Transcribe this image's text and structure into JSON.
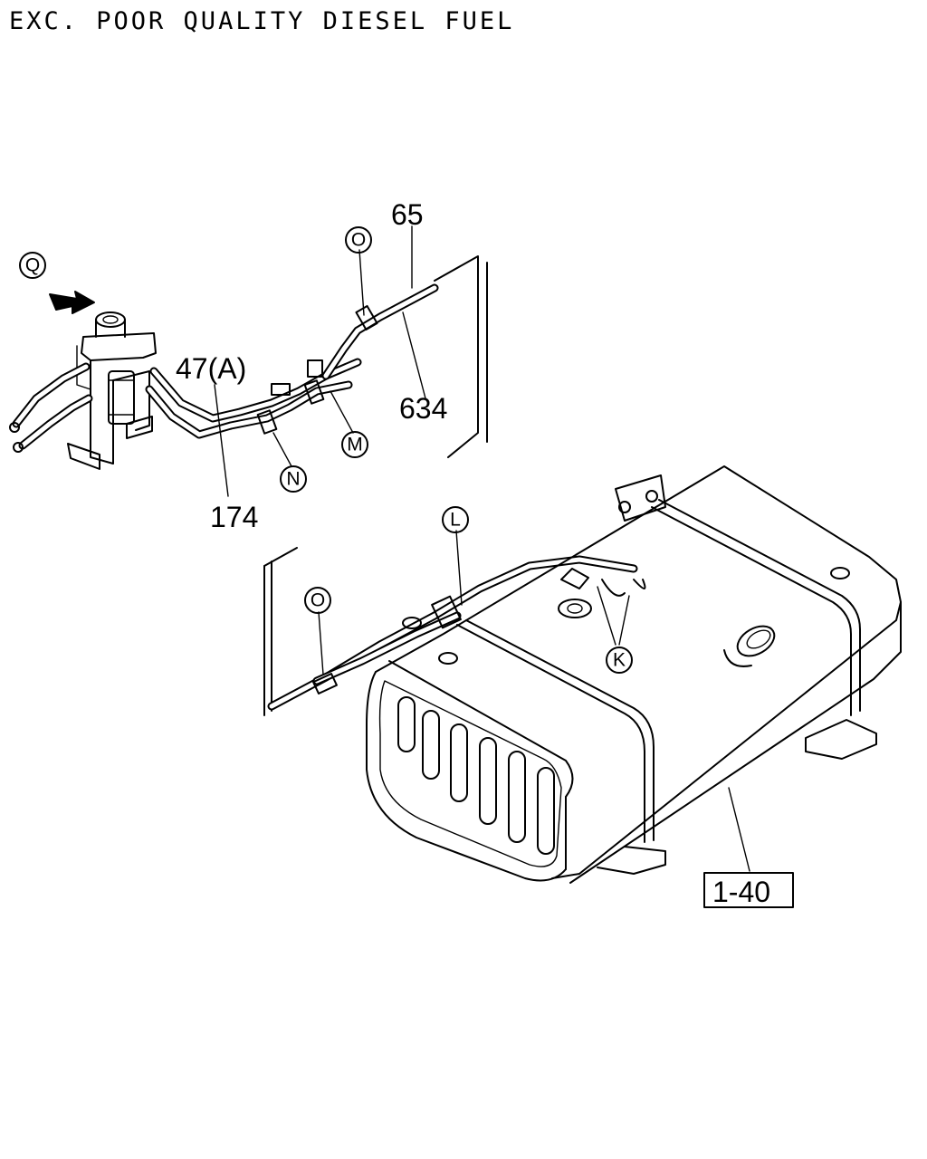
{
  "title": "EXC. POOR QUALITY DIESEL FUEL",
  "part_labels": {
    "p65": "65",
    "p634": "634",
    "p47": "47(A)",
    "p174": "174",
    "p1_40": "1-40"
  },
  "callouts": {
    "q": "Q",
    "o_top": "O",
    "m": "M",
    "n": "N",
    "l": "L",
    "o_bottom": "O",
    "k": "K"
  }
}
